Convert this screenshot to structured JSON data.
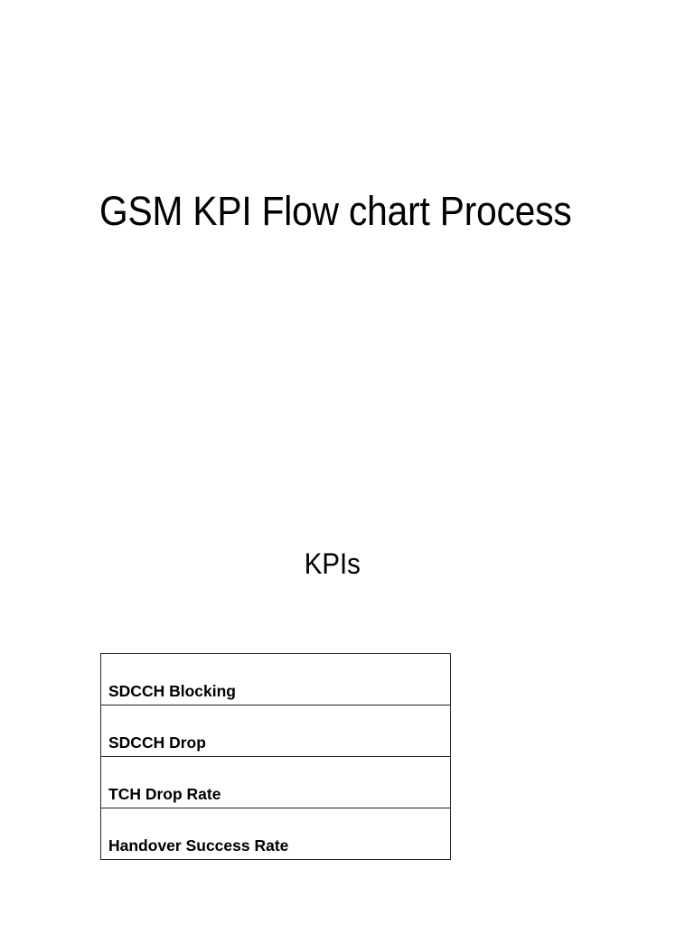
{
  "document": {
    "title": "GSM KPI Flow chart Process",
    "section_heading": "KPIs",
    "background_color": "#ffffff",
    "text_color": "#000000",
    "border_color": "#262626"
  },
  "kpi_table": {
    "rows": [
      {
        "label": "SDCCH Blocking"
      },
      {
        "label": "SDCCH Drop"
      },
      {
        "label": "TCH Drop Rate"
      },
      {
        "label": "Handover Success Rate"
      }
    ]
  }
}
